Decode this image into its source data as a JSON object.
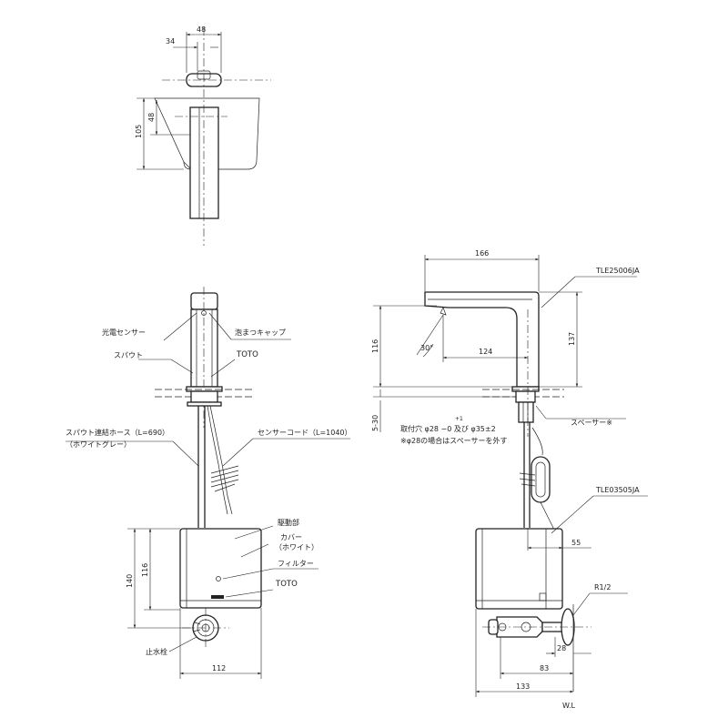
{
  "top_view": {
    "dim_34": "34",
    "dim_48_top": "48",
    "dim_48_side": "48",
    "dim_105": "105"
  },
  "front_view": {
    "sensor": "光電センサー",
    "cap": "泡まつキャップ",
    "spout": "スパウト",
    "brand": "TOTO",
    "hose": "スパウト連結ホース（L=690）",
    "hose_color": "（ホワイトグレー）",
    "cord": "センサーコード（L=1040）",
    "drive": "駆動部",
    "cover": "カバー",
    "cover_color": "（ホワイト）",
    "filter": "フィルター",
    "brand2": "TOTO",
    "valve": "止水栓",
    "dim_140": "140",
    "dim_116": "116",
    "dim_112": "112"
  },
  "side_view": {
    "dim_166": "166",
    "model_faucet": "TLE25006JA",
    "dim_137": "137",
    "dim_116": "116",
    "angle": "30°",
    "dim_124": "124",
    "dim_5_30": "5-30",
    "hole_note": "取付穴 φ28 −0 及び φ35±2",
    "hole_tol": "+1",
    "spacer_note": "※φ28の場合はスペーサーを外す",
    "spacer": "スペーサー※",
    "model_unit": "TLE03505JA",
    "dim_55": "55",
    "thread": "R1/2",
    "dim_28": "28",
    "dim_83": "83",
    "dim_133": "133",
    "wall": "W.L"
  }
}
